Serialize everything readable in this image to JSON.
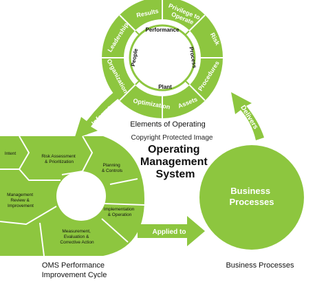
{
  "diagram": {
    "center_title": [
      "Operating",
      "Management",
      "System"
    ],
    "watermark": "Copyright Protected Image",
    "top_circle": {
      "outer_segments": [
        "Results",
        "Privilege to Operate",
        "Risk",
        "Procedures",
        "Assets",
        "Optimization",
        "Organization",
        "Leadership"
      ],
      "inner_ring": [
        "Performance",
        "Process",
        "Plant",
        "People"
      ],
      "caption": "Elements of Operating"
    },
    "arrows": {
      "informs": "Informs",
      "delivers": "Delivers",
      "applied_to": "Applied to"
    },
    "cycle": {
      "intent": "Intent",
      "risk": [
        "Risk Assessment",
        "& Prioritization"
      ],
      "planning": [
        "Planning",
        "& Controls"
      ],
      "implementation": [
        "Implementation",
        "& Operation"
      ],
      "measurement": [
        "Measurement,",
        "Evaluation &",
        "Corrective Action"
      ],
      "management": [
        "Management",
        "Review &",
        "Improvement"
      ],
      "caption": [
        "OMS Performance",
        "Improvement Cycle"
      ]
    },
    "business": {
      "label": [
        "Business",
        "Processes"
      ],
      "caption": "Business Processes"
    },
    "colors": {
      "green": "#8dc63f",
      "white": "#ffffff",
      "text": "#111111"
    }
  }
}
